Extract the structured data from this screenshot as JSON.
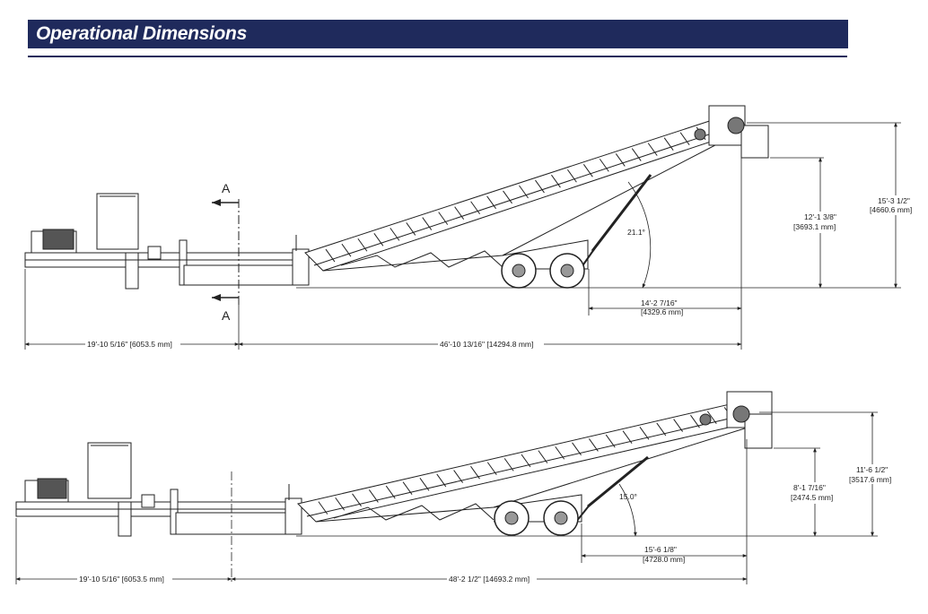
{
  "header": {
    "title": "Operational Dimensions"
  },
  "top_view": {
    "section_marker_top": "A",
    "section_marker_bottom": "A",
    "angle": "21.1°",
    "dim_left": "19'-10 5/16\" [6053.5 mm]",
    "dim_overall": "46'-10 13/16\" [14294.8 mm]",
    "dim_reach": "14'-2 7/16\"",
    "dim_reach_mm": "[4329.6 mm]",
    "dim_mid_height": "12'-1 3/8\"",
    "dim_mid_height_mm": "[3693.1 mm]",
    "dim_total_height": "15'-3 1/2\"",
    "dim_total_height_mm": "[4660.6 mm]"
  },
  "bottom_view": {
    "angle": "15.0°",
    "dim_left": "19'-10 5/16\" [6053.5 mm]",
    "dim_overall": "48'-2 1/2\" [14693.2 mm]",
    "dim_reach": "15'-6 1/8\"",
    "dim_reach_mm": "[4728.0 mm]",
    "dim_mid_height": "8'-1 7/16\"",
    "dim_mid_height_mm": "[2474.5 mm]",
    "dim_total_height": "11'-6 1/2\"",
    "dim_total_height_mm": "[3517.6 mm]"
  }
}
